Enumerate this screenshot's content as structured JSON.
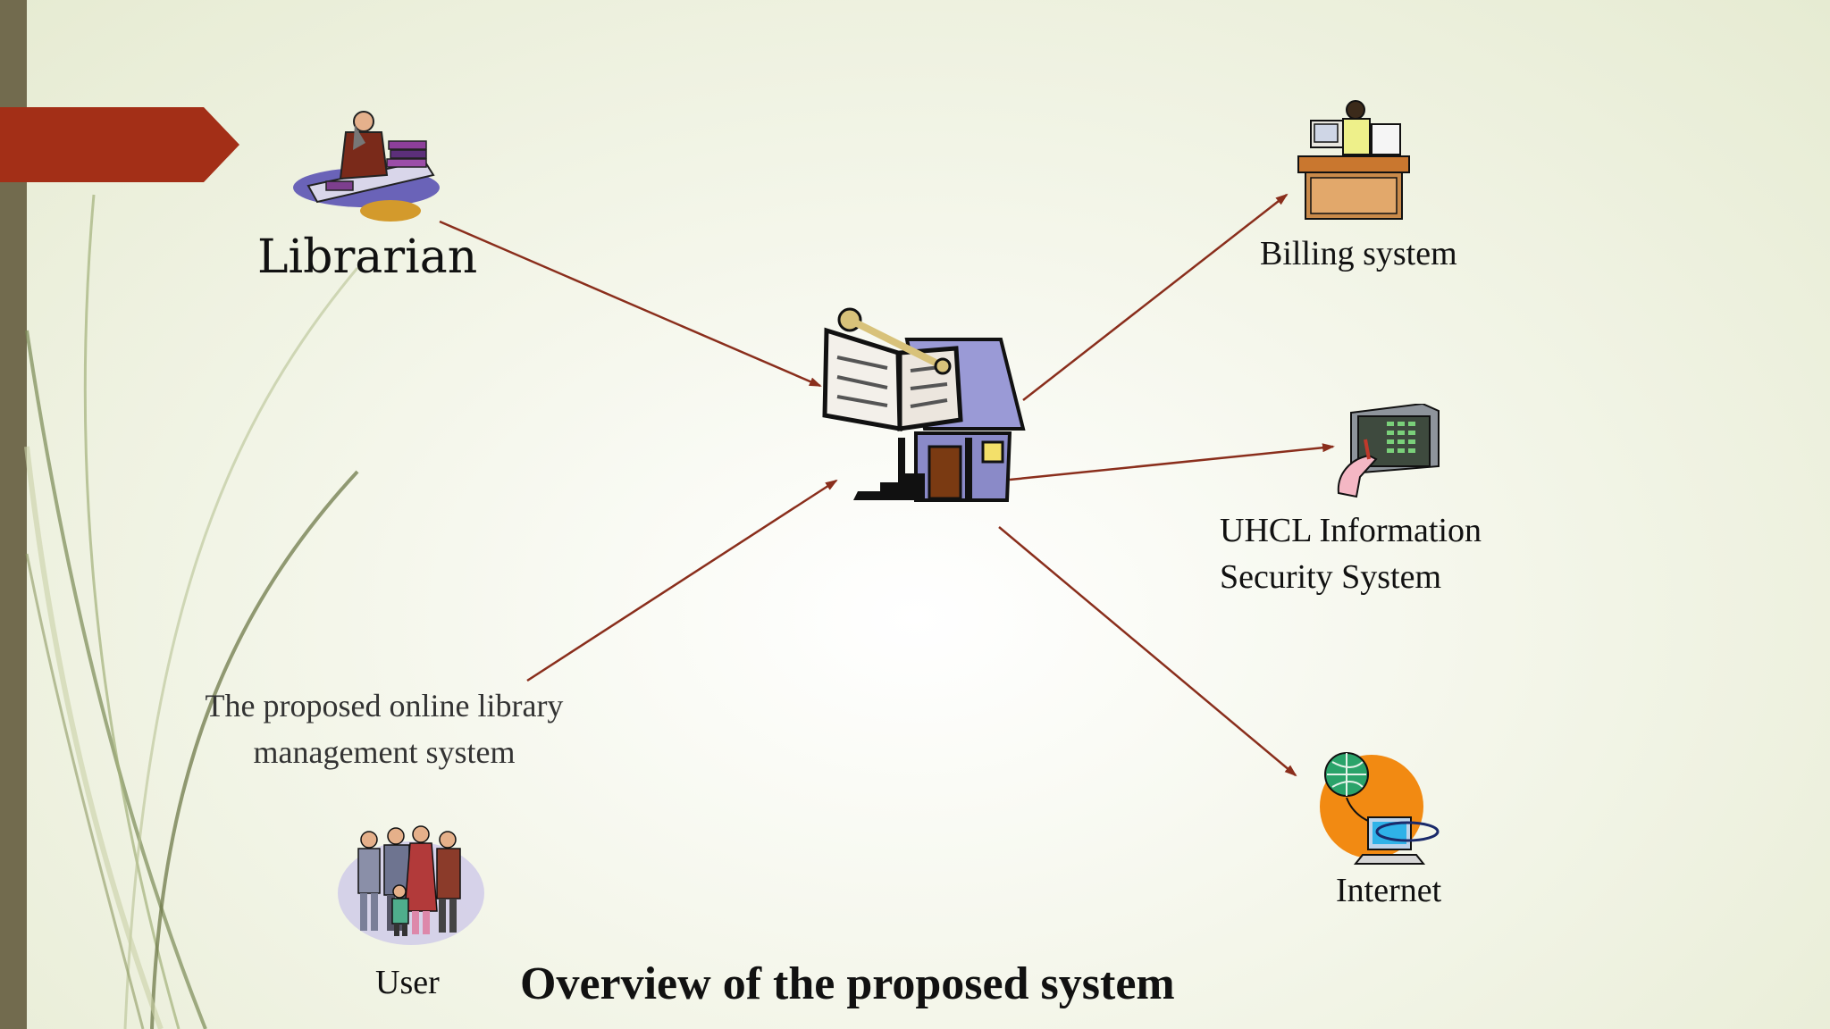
{
  "slide": {
    "title": "Overview of the proposed system",
    "accent_color": "#a32f17",
    "arrow_color": "#8a2e1c",
    "sidebar_color": "#726b4e"
  },
  "nodes": {
    "librarian": {
      "label": "Librarian",
      "icon": "librarian-icon"
    },
    "billing": {
      "label": "Billing system",
      "icon": "billing-desk-icon"
    },
    "security": {
      "label_line1": "UHCL Information",
      "label_line2": "Security System",
      "icon": "keypad-access-icon"
    },
    "system": {
      "label_line1": "The proposed online library",
      "label_line2": "management system",
      "icon": "library-building-icon"
    },
    "internet": {
      "label": "Internet",
      "icon": "globe-computer-icon"
    },
    "user": {
      "label": "User",
      "icon": "user-group-icon"
    }
  }
}
